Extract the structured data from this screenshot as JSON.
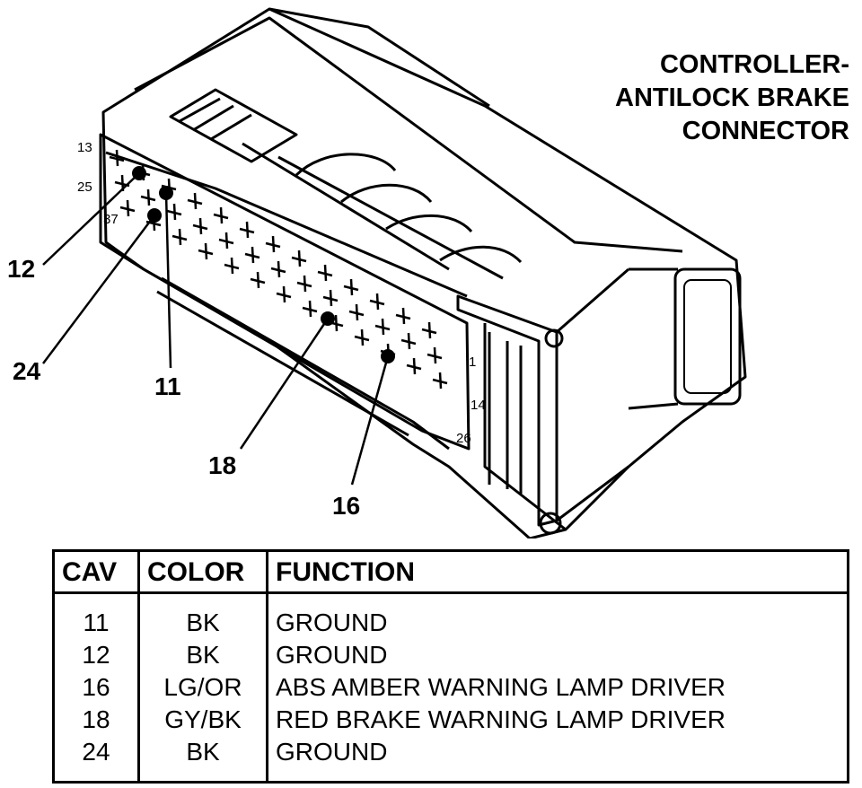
{
  "title_lines": [
    "CONTROLLER-",
    "ANTILOCK BRAKE",
    "CONNECTOR"
  ],
  "callouts": [
    "12",
    "24",
    "11",
    "18",
    "16"
  ],
  "pin_numbers": [
    "13",
    "25",
    "37",
    "1",
    "14",
    "26"
  ],
  "table": {
    "headers": [
      "CAV",
      "COLOR",
      "FUNCTION"
    ],
    "rows": [
      {
        "cav": "11",
        "color": "BK",
        "function": "GROUND"
      },
      {
        "cav": "12",
        "color": "BK",
        "function": "GROUND"
      },
      {
        "cav": "16",
        "color": "LG/OR",
        "function": "ABS AMBER WARNING LAMP DRIVER"
      },
      {
        "cav": "18",
        "color": "GY/BK",
        "function": "RED BRAKE WARNING LAMP DRIVER"
      },
      {
        "cav": "24",
        "color": "BK",
        "function": "GROUND"
      }
    ]
  }
}
